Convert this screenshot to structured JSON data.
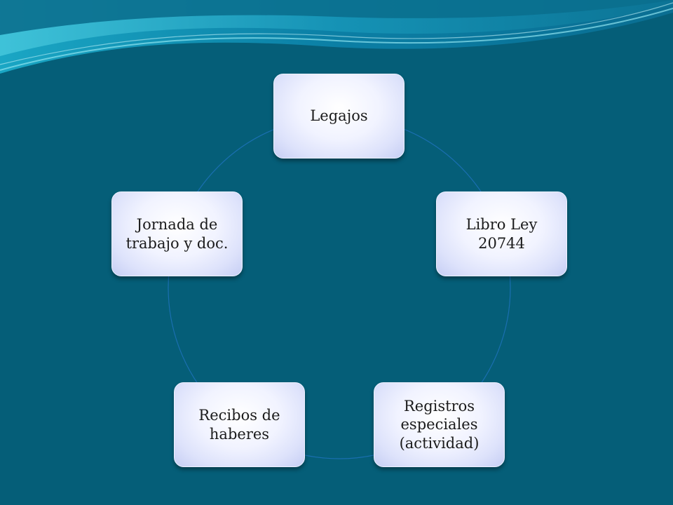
{
  "slide": {
    "background_color": "#055e78",
    "accent_colors": [
      "#0a8fb0",
      "#3fc1d8",
      "#0b6f8c"
    ]
  },
  "diagram": {
    "type": "cycle",
    "nodes": [
      {
        "id": "legajos",
        "label": "Legajos"
      },
      {
        "id": "libro",
        "label": "Libro Ley 20744"
      },
      {
        "id": "registros",
        "label": "Registros especiales (actividad)"
      },
      {
        "id": "recibos",
        "label": "Recibos de haberes"
      },
      {
        "id": "jornada",
        "label": "Jornada de trabajo y doc."
      }
    ],
    "connector_color": "#1a6fb0",
    "node_fill": "#e4e8fc",
    "text_color": "#1b1b1b"
  }
}
